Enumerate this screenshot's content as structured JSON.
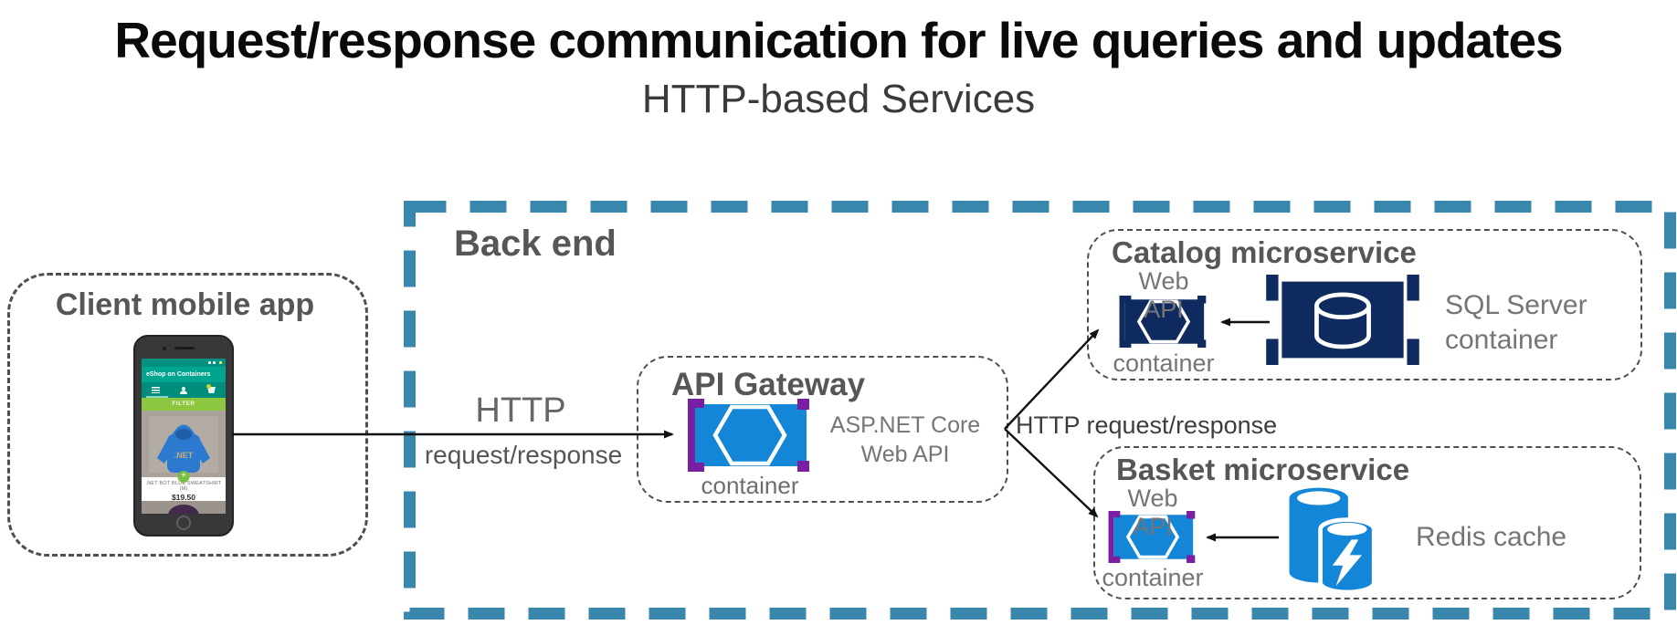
{
  "page": {
    "title": "Request/response communication for live queries and updates",
    "subtitle": "HTTP-based Services"
  },
  "client": {
    "heading": "Client mobile app",
    "phone": {
      "app_title": "eShop on Containers",
      "filter_button": "FILTER",
      "product_name": ".NET BOT BLUE SWEATSHIRT (M)",
      "product_price": "$19.50",
      "hoodie_logo": ".NET",
      "plus_button": "+"
    }
  },
  "backend": {
    "heading": "Back end"
  },
  "gateway": {
    "heading": "API Gateway",
    "container_caption": "container",
    "tech_line1": "ASP.NET Core",
    "tech_line2": "Web API"
  },
  "edges": {
    "client_http_top": "HTTP",
    "client_http_bottom": "request/response",
    "fork_label": "HTTP request/response"
  },
  "catalog": {
    "heading": "Catalog microservice",
    "api_caption": "Web API",
    "container_caption": "container",
    "store_line1": "SQL Server",
    "store_line2": "container"
  },
  "basket": {
    "heading": "Basket microservice",
    "api_caption": "Web API",
    "container_caption": "container",
    "store_label": "Redis cache"
  },
  "colors": {
    "backend_border": "#3a87ad",
    "container_blue": "#1486d8",
    "bracket_purple": "#7a1fa2",
    "navy": "#0e2a5e",
    "redis_blue": "#1486d8",
    "heading_gray": "#565656",
    "label_gray": "#757575",
    "arrow_black": "#111111"
  }
}
